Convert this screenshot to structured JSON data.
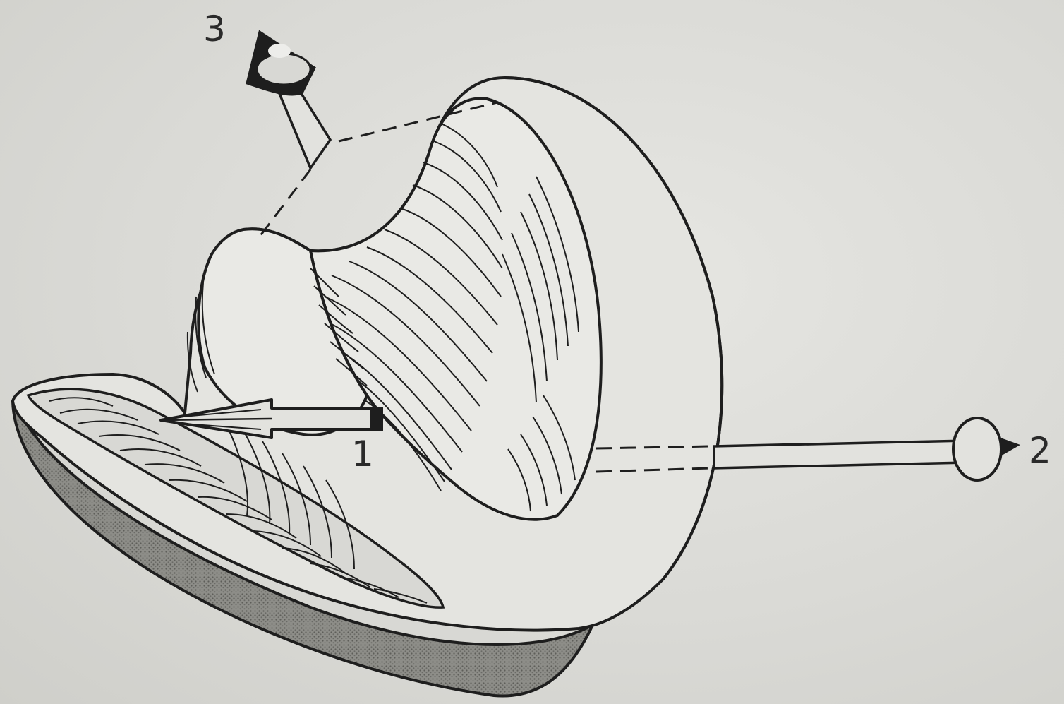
{
  "figure": {
    "callouts": {
      "one": "1",
      "two": "2",
      "three": "3"
    },
    "colors": {
      "paper": "#dcdcd8",
      "ink": "#1e1e1e",
      "shadow": "#7a7a76"
    }
  }
}
